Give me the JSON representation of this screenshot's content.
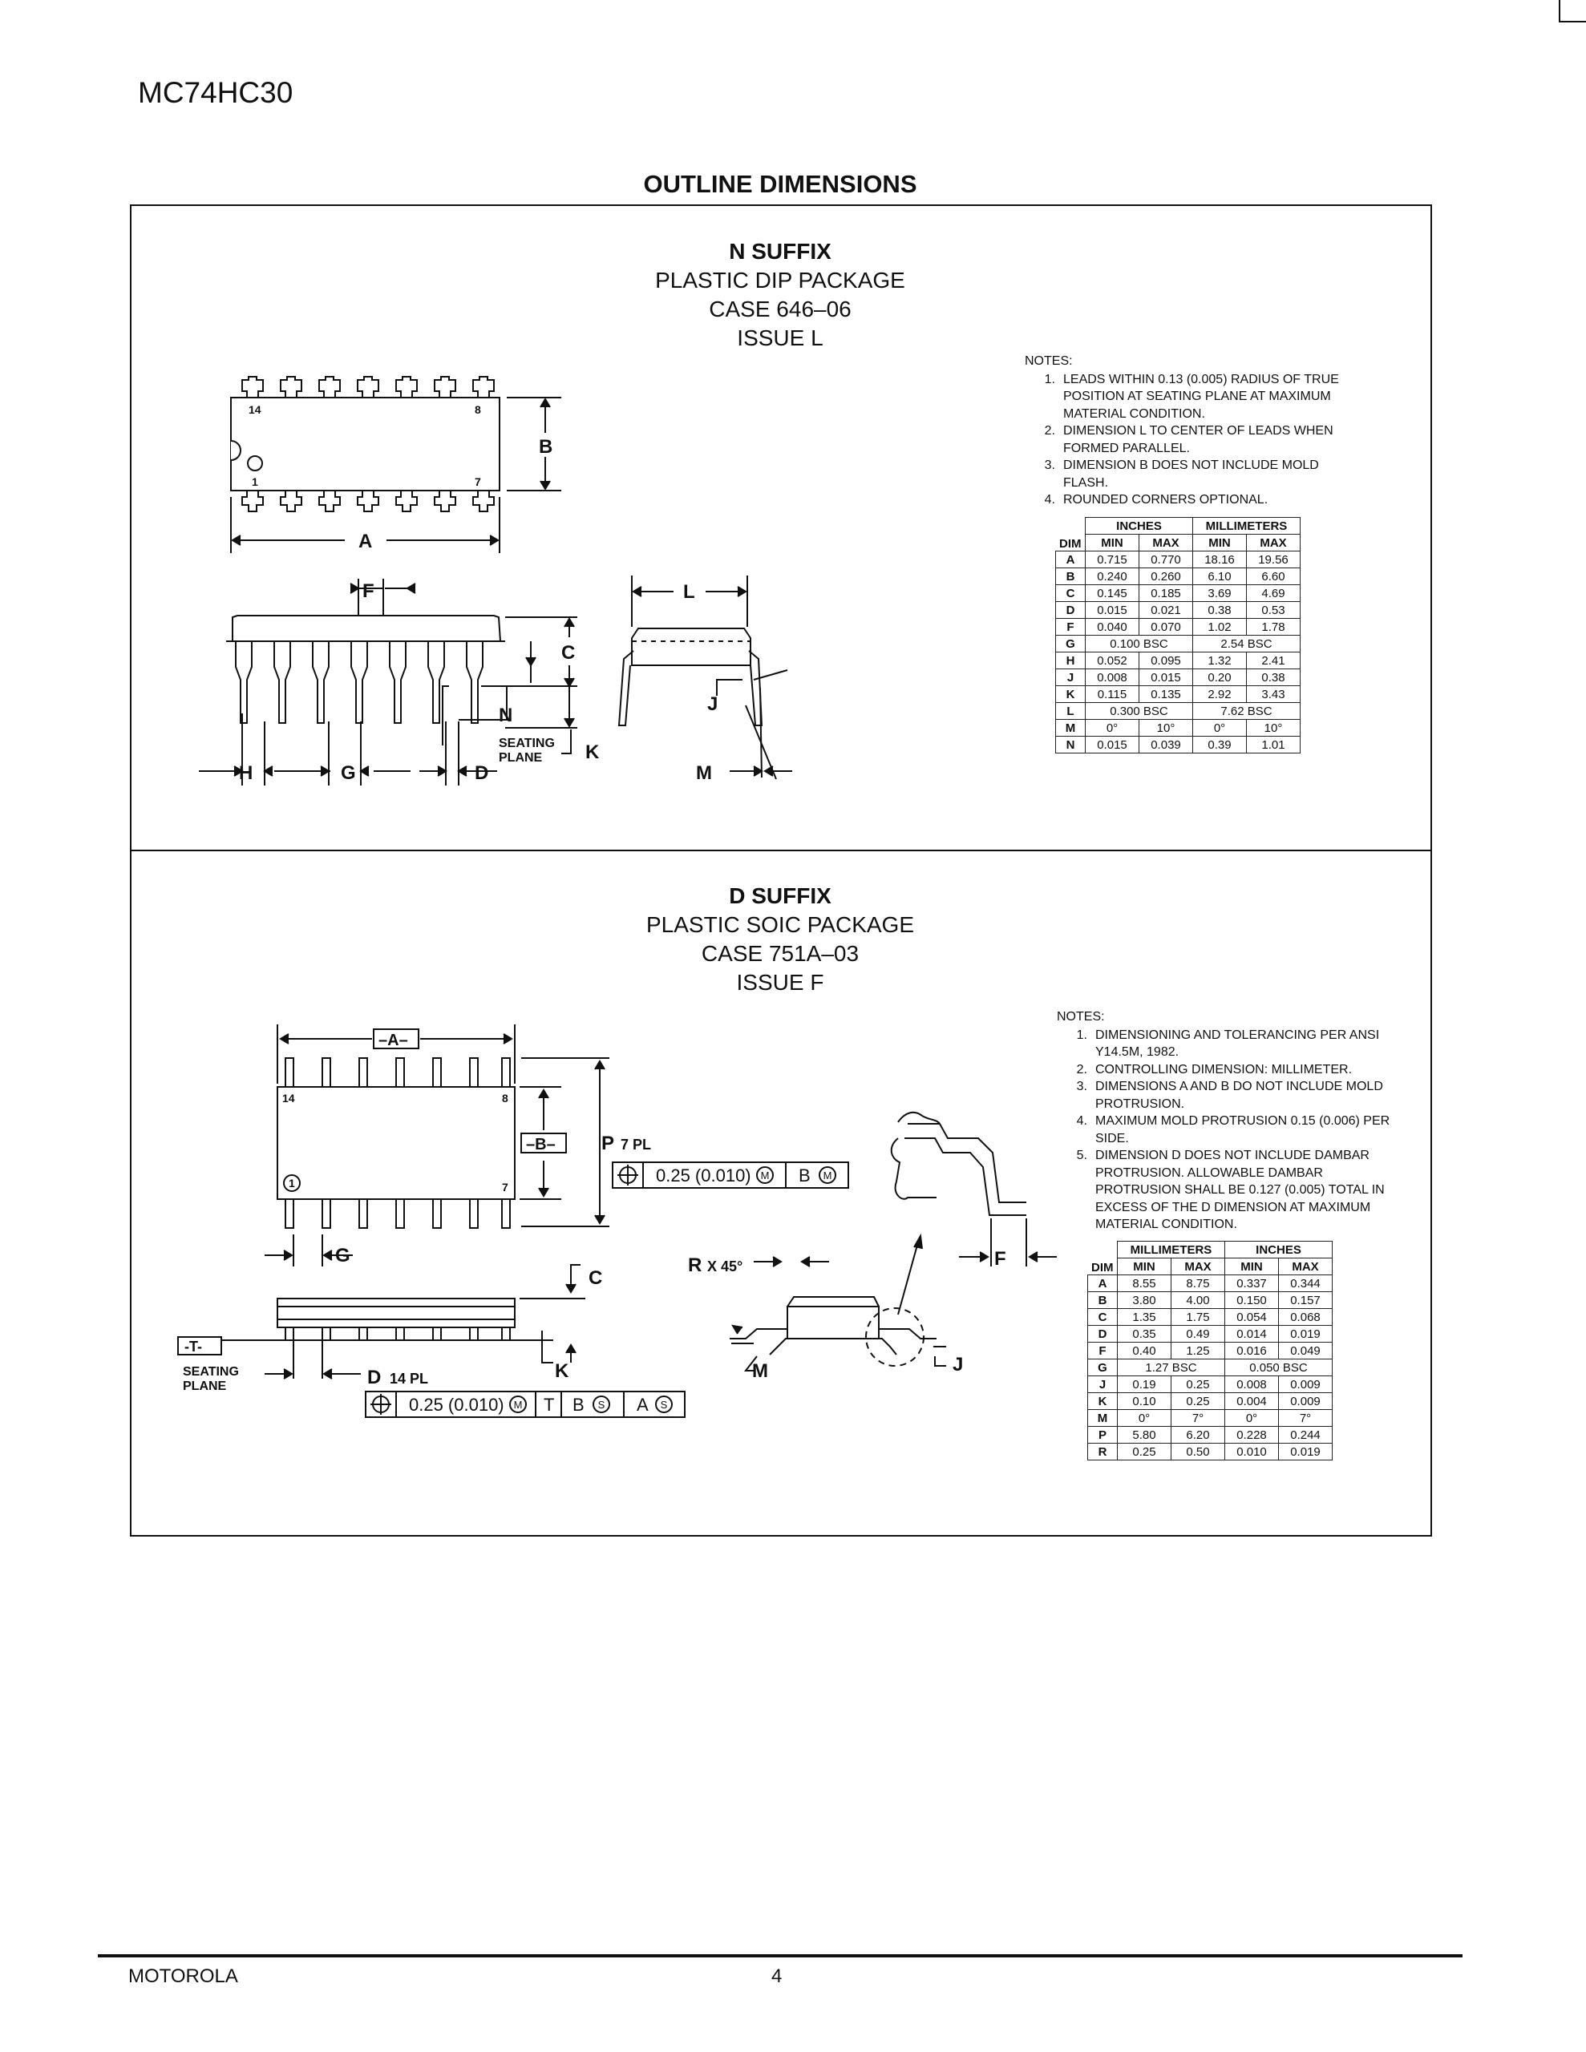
{
  "header": {
    "title": "MC74HC30"
  },
  "page": {
    "section_title": "OUTLINE DIMENSIONS"
  },
  "n_package": {
    "suffix": "N SUFFIX",
    "type": "PLASTIC DIP PACKAGE",
    "case": "CASE 646–06",
    "issue": "ISSUE L",
    "notes_heading": "NOTES:",
    "notes": [
      {
        "num": "1.",
        "text": "LEADS WITHIN 0.13 (0.005) RADIUS OF TRUE POSITION AT SEATING PLANE AT MAXIMUM MATERIAL CONDITION."
      },
      {
        "num": "2.",
        "text": "DIMENSION L TO CENTER OF LEADS WHEN FORMED PARALLEL."
      },
      {
        "num": "3.",
        "text": "DIMENSION B DOES NOT INCLUDE MOLD FLASH."
      },
      {
        "num": "4.",
        "text": "ROUNDED CORNERS OPTIONAL."
      }
    ],
    "table": {
      "group1": "INCHES",
      "group2": "MILLIMETERS",
      "col_dim": "DIM",
      "col_min": "MIN",
      "col_max": "MAX",
      "rows": [
        [
          "A",
          "0.715",
          "0.770",
          "18.16",
          "19.56"
        ],
        [
          "B",
          "0.240",
          "0.260",
          "6.10",
          "6.60"
        ],
        [
          "C",
          "0.145",
          "0.185",
          "3.69",
          "4.69"
        ],
        [
          "D",
          "0.015",
          "0.021",
          "0.38",
          "0.53"
        ],
        [
          "F",
          "0.040",
          "0.070",
          "1.02",
          "1.78"
        ],
        [
          "G",
          "0.100 BSC",
          "",
          "2.54 BSC",
          ""
        ],
        [
          "H",
          "0.052",
          "0.095",
          "1.32",
          "2.41"
        ],
        [
          "J",
          "0.008",
          "0.015",
          "0.20",
          "0.38"
        ],
        [
          "K",
          "0.115",
          "0.135",
          "2.92",
          "3.43"
        ],
        [
          "L",
          "0.300 BSC",
          "",
          "7.62 BSC",
          ""
        ],
        [
          "M",
          "0°",
          "10°",
          "0°",
          "10°"
        ],
        [
          "N",
          "0.015",
          "0.039",
          "0.39",
          "1.01"
        ]
      ]
    },
    "labels": {
      "pin14": "14",
      "pin8": "8",
      "pin1": "1",
      "pin7": "7",
      "A": "A",
      "B": "B",
      "C": "C",
      "D": "D",
      "F": "F",
      "G": "G",
      "H": "H",
      "J": "J",
      "K": "K",
      "L": "L",
      "M": "M",
      "N": "N",
      "seating1": "SEATING",
      "seating2": "PLANE"
    }
  },
  "d_package": {
    "suffix": "D SUFFIX",
    "type": "PLASTIC SOIC PACKAGE",
    "case": "CASE 751A–03",
    "issue": "ISSUE F",
    "notes_heading": "NOTES:",
    "notes": [
      {
        "num": "1.",
        "text": "DIMENSIONING AND TOLERANCING PER ANSI Y14.5M, 1982."
      },
      {
        "num": "2.",
        "text": "CONTROLLING DIMENSION: MILLIMETER."
      },
      {
        "num": "3.",
        "text": "DIMENSIONS A AND B DO NOT INCLUDE MOLD PROTRUSION."
      },
      {
        "num": "4.",
        "text": "MAXIMUM MOLD PROTRUSION 0.15 (0.006) PER SIDE."
      },
      {
        "num": "5.",
        "text": "DIMENSION D DOES NOT INCLUDE DAMBAR PROTRUSION. ALLOWABLE DAMBAR PROTRUSION SHALL BE 0.127 (0.005) TOTAL IN EXCESS OF THE D DIMENSION AT MAXIMUM MATERIAL CONDITION."
      }
    ],
    "table": {
      "group1": "MILLIMETERS",
      "group2": "INCHES",
      "col_dim": "DIM",
      "col_min": "MIN",
      "col_max": "MAX",
      "rows": [
        [
          "A",
          "8.55",
          "8.75",
          "0.337",
          "0.344"
        ],
        [
          "B",
          "3.80",
          "4.00",
          "0.150",
          "0.157"
        ],
        [
          "C",
          "1.35",
          "1.75",
          "0.054",
          "0.068"
        ],
        [
          "D",
          "0.35",
          "0.49",
          "0.014",
          "0.019"
        ],
        [
          "F",
          "0.40",
          "1.25",
          "0.016",
          "0.049"
        ],
        [
          "G",
          "1.27 BSC",
          "",
          "0.050 BSC",
          ""
        ],
        [
          "J",
          "0.19",
          "0.25",
          "0.008",
          "0.009"
        ],
        [
          "K",
          "0.10",
          "0.25",
          "0.004",
          "0.009"
        ],
        [
          "M",
          "0°",
          "7°",
          "0°",
          "7°"
        ],
        [
          "P",
          "5.80",
          "6.20",
          "0.228",
          "0.244"
        ],
        [
          "R",
          "0.25",
          "0.50",
          "0.010",
          "0.019"
        ]
      ]
    },
    "labels": {
      "A": "–A–",
      "B": "–B–",
      "T": "-T-",
      "pin14": "14",
      "pin8": "8",
      "pin1": "1",
      "pin7": "7",
      "G": "G",
      "C": "C",
      "K": "K",
      "D": "D",
      "d14": "14 PL",
      "P": "P",
      "p7": "7  PL",
      "R": "R",
      "rx": "X 45°",
      "F": "F",
      "J": "J",
      "M": "M",
      "seating1": "SEATING",
      "seating2": "PLANE",
      "fcf1_val": "0.25 (0.010)",
      "fcf1_ref": "B",
      "fcf2_val": "0.25 (0.010)",
      "fcf2_t": "T",
      "fcf2_b": "B",
      "fcf2_a": "A",
      "mod_m": "M",
      "mod_s": "S"
    }
  },
  "footer": {
    "brand": "MOTOROLA",
    "page_number": "4"
  }
}
